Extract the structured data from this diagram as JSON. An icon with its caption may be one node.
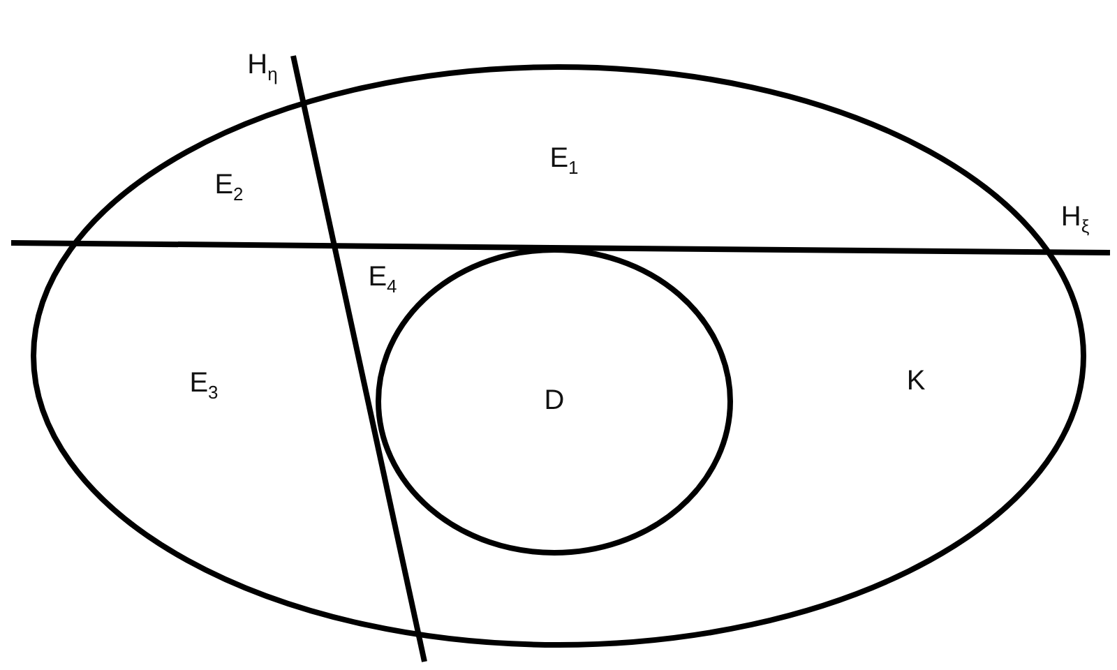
{
  "diagram": {
    "nodes": [
      {
        "text": [
          "K"
        ]
      },
      {
        "text": [
          "D"
        ],
        "in": 0
      }
    ],
    "labels": [
      "H$_{η}$",
      "E$_{1}$",
      "E$_{2}$",
      "H$_{ξ}$",
      "E$_{4}$",
      "E$_{3}$"
    ]
  }
}
